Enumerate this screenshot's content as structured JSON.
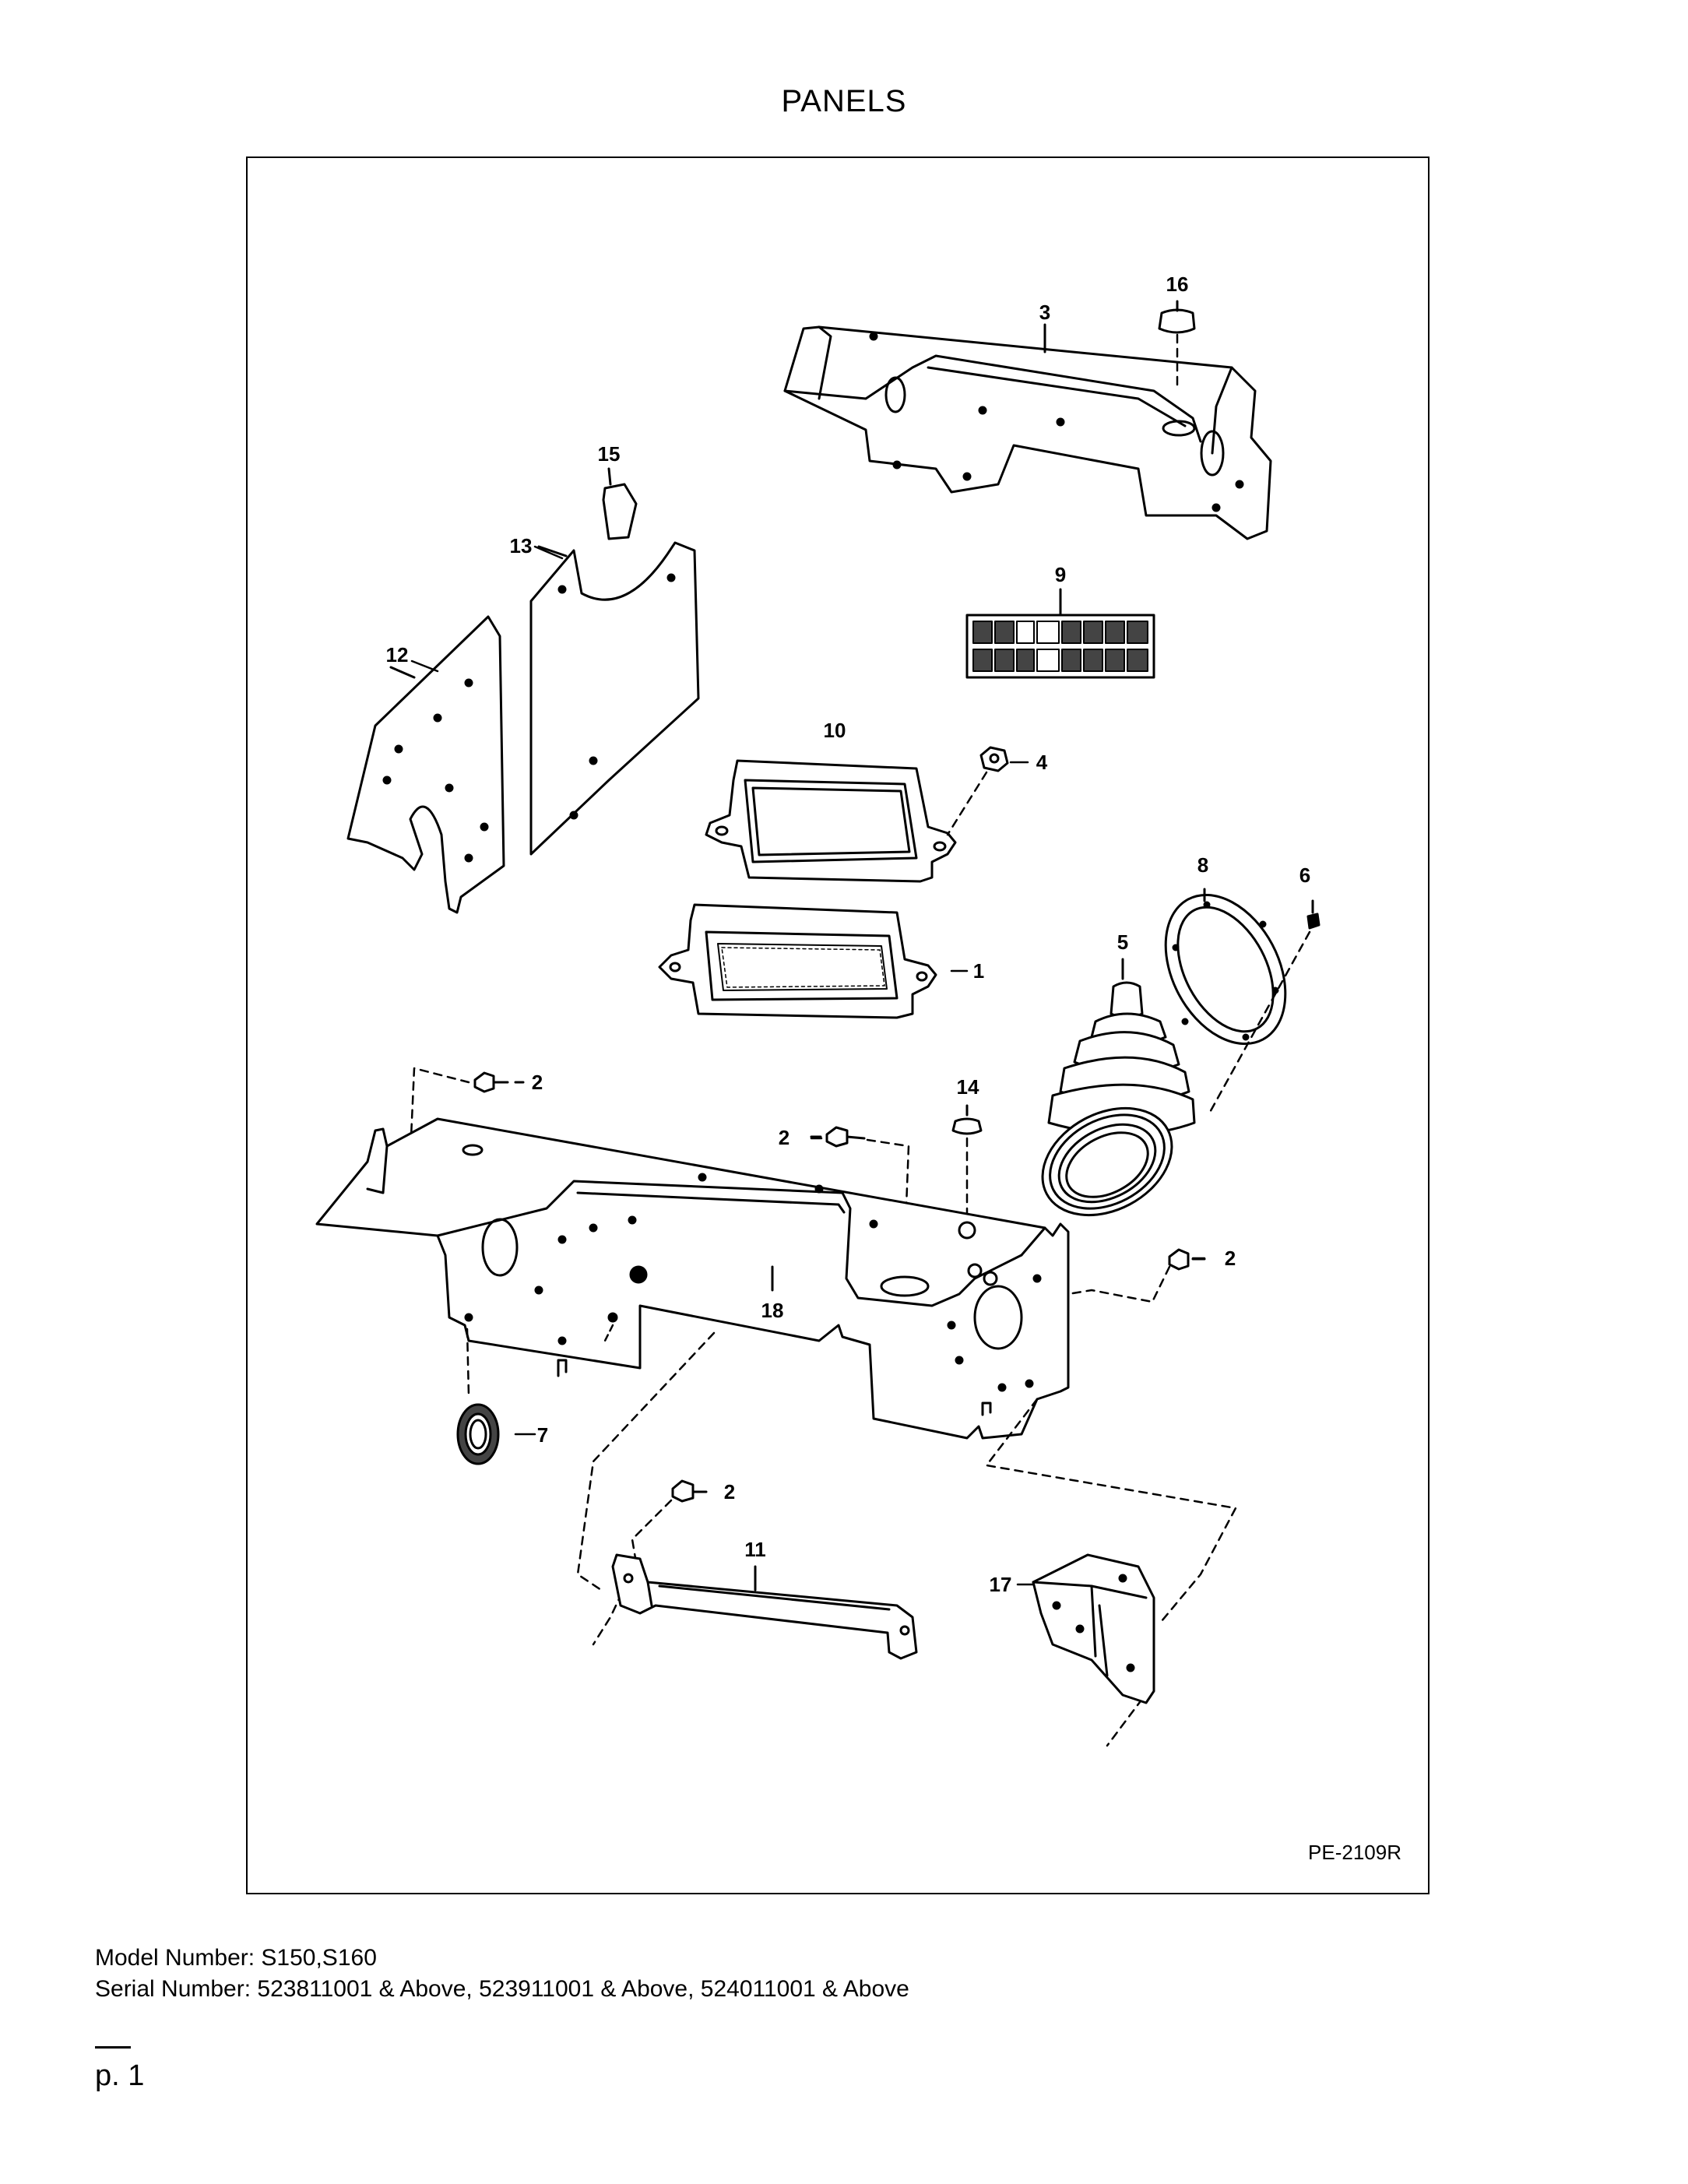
{
  "page": {
    "title": "PANELS",
    "drawing_id": "PE-2109R",
    "model_line": "Model Number: S150,S160",
    "serial_line": "Serial Number: 523811001 & Above, 523911001 & Above, 524011001 & Above",
    "page_number": "p. 1"
  },
  "callouts": [
    "16",
    "3",
    "15",
    "13",
    "9",
    "12",
    "10",
    "4",
    "8",
    "6",
    "5",
    "1",
    "2",
    "14",
    "2",
    "2",
    "18",
    "7",
    "2",
    "11",
    "17"
  ],
  "parts": [
    {
      "number": "1",
      "name": "gasket-1"
    },
    {
      "number": "2",
      "name": "bolt-2"
    },
    {
      "number": "3",
      "name": "upper-panel-3"
    },
    {
      "number": "4",
      "name": "nut-4"
    },
    {
      "number": "5",
      "name": "boot-5"
    },
    {
      "number": "6",
      "name": "screw-6"
    },
    {
      "number": "7",
      "name": "grommet-7"
    },
    {
      "number": "8",
      "name": "ring-8"
    },
    {
      "number": "9",
      "name": "decal-9"
    },
    {
      "number": "10",
      "name": "cover-frame-10"
    },
    {
      "number": "11",
      "name": "bar-11"
    },
    {
      "number": "12",
      "name": "side-panel-12"
    },
    {
      "number": "13",
      "name": "side-panel-13"
    },
    {
      "number": "14",
      "name": "plug-14"
    },
    {
      "number": "15",
      "name": "bumper-15"
    },
    {
      "number": "16",
      "name": "plug-16"
    },
    {
      "number": "17",
      "name": "bracket-17"
    },
    {
      "number": "18",
      "name": "lower-panel-18"
    }
  ]
}
